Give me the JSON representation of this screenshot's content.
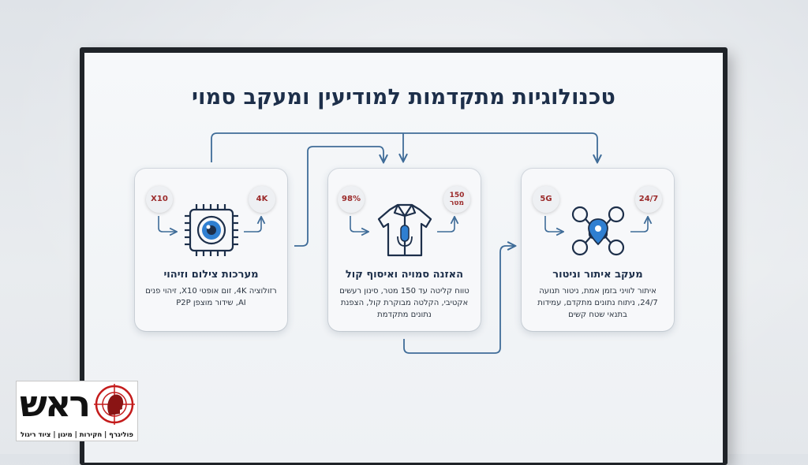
{
  "title": "טכנולוגיות מתקדמות למודיעין ומעקב סמוי",
  "cards": [
    {
      "title": "מעקב איתור וניטור",
      "description": "איתור לוויני בזמן אמת, ניטור תנועה 24/7, ניתוח נתונים מתקדם, עמידות בתנאי שטח קשים",
      "badge_left": "5G",
      "badge_right": "24/7",
      "icon": "drone-location-icon"
    },
    {
      "title": "האזנה סמויה ואיסוף קול",
      "description": "טווח קליטה עד 150 מטר, סינון רעשים אקטיבי, הקלטה מבוקרת קול, הצפנת נתונים מתקדמת",
      "badge_left": "98%",
      "badge_right_line1": "150",
      "badge_right_line2": "מטר",
      "icon": "shirt-microphone-icon"
    },
    {
      "title": "מערכות צילום וזיהוי",
      "description": "רזולוציה 4K, זום אופטי X10, זיהוי פנים AI, שידור מוצפן P2P",
      "badge_left": "X10",
      "badge_right": "4K",
      "icon": "camera-chip-icon"
    }
  ],
  "logo": {
    "word": "ראש",
    "tagline": "פוליגרף | חקירות | מיגון | ציוד ריגול"
  },
  "colors": {
    "title": "#1d2f4a",
    "connector": "#3f6c98",
    "icon": "#1d2f4a",
    "icon_accent": "#2f7fd1",
    "badge_text": "#9b2a2a",
    "logo_red": "#c41b1b"
  }
}
